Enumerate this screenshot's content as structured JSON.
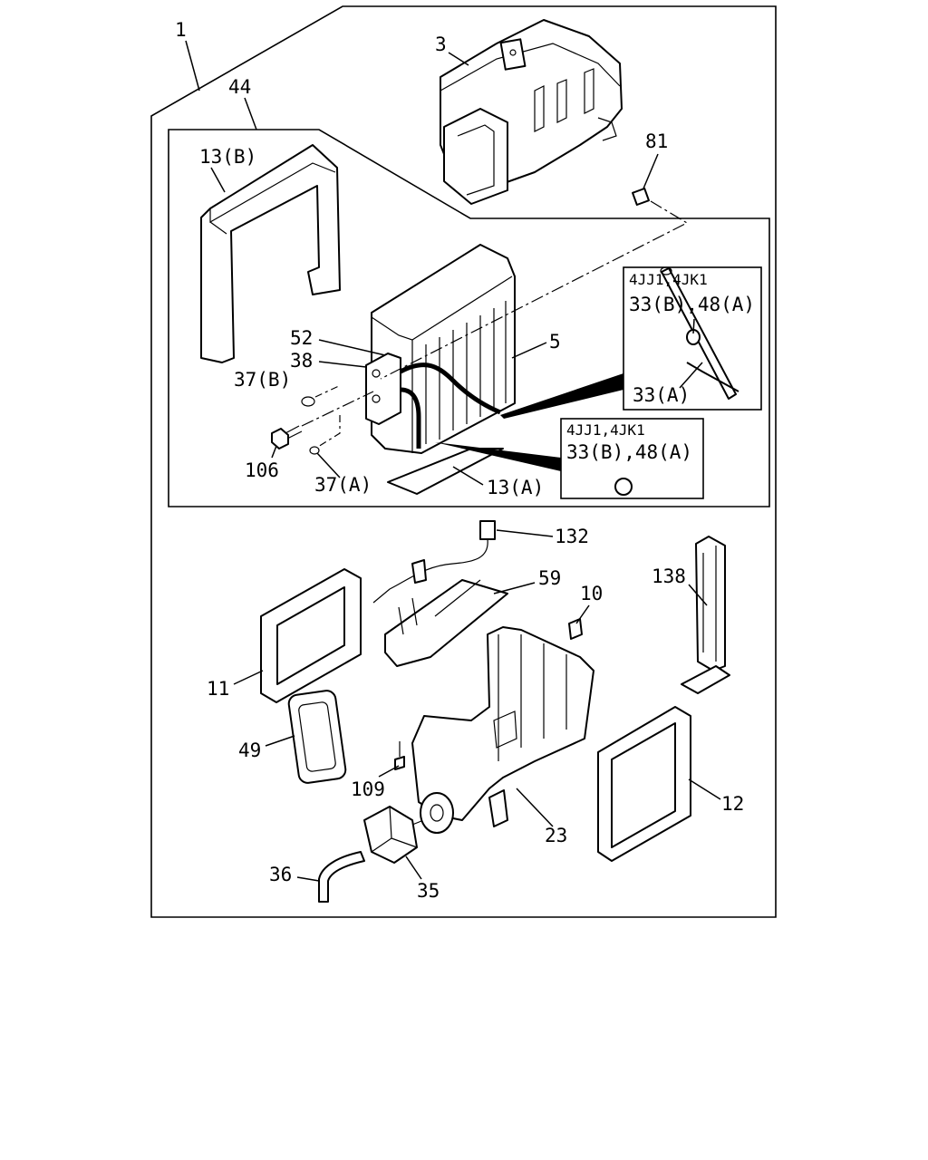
{
  "labels": {
    "p1": "1",
    "p3": "3",
    "p44": "44",
    "p13b": "13(B)",
    "p81": "81",
    "p52": "52",
    "p38": "38",
    "p5": "5",
    "p37b": "37(B)",
    "p106": "106",
    "p37a": "37(A)",
    "p13a": "13(A)",
    "p132": "132",
    "p59": "59",
    "p10": "10",
    "p138": "138",
    "p11": "11",
    "p49": "49",
    "p109": "109",
    "p12": "12",
    "p23": "23",
    "p36": "36",
    "p35": "35"
  },
  "inset_top": {
    "engine": "4JJ1,4JK1",
    "parts": "33(B),48(A)",
    "sub": "33(A)"
  },
  "inset_bottom": {
    "engine": "4JJ1,4JK1",
    "parts": "33(B),48(A)"
  }
}
